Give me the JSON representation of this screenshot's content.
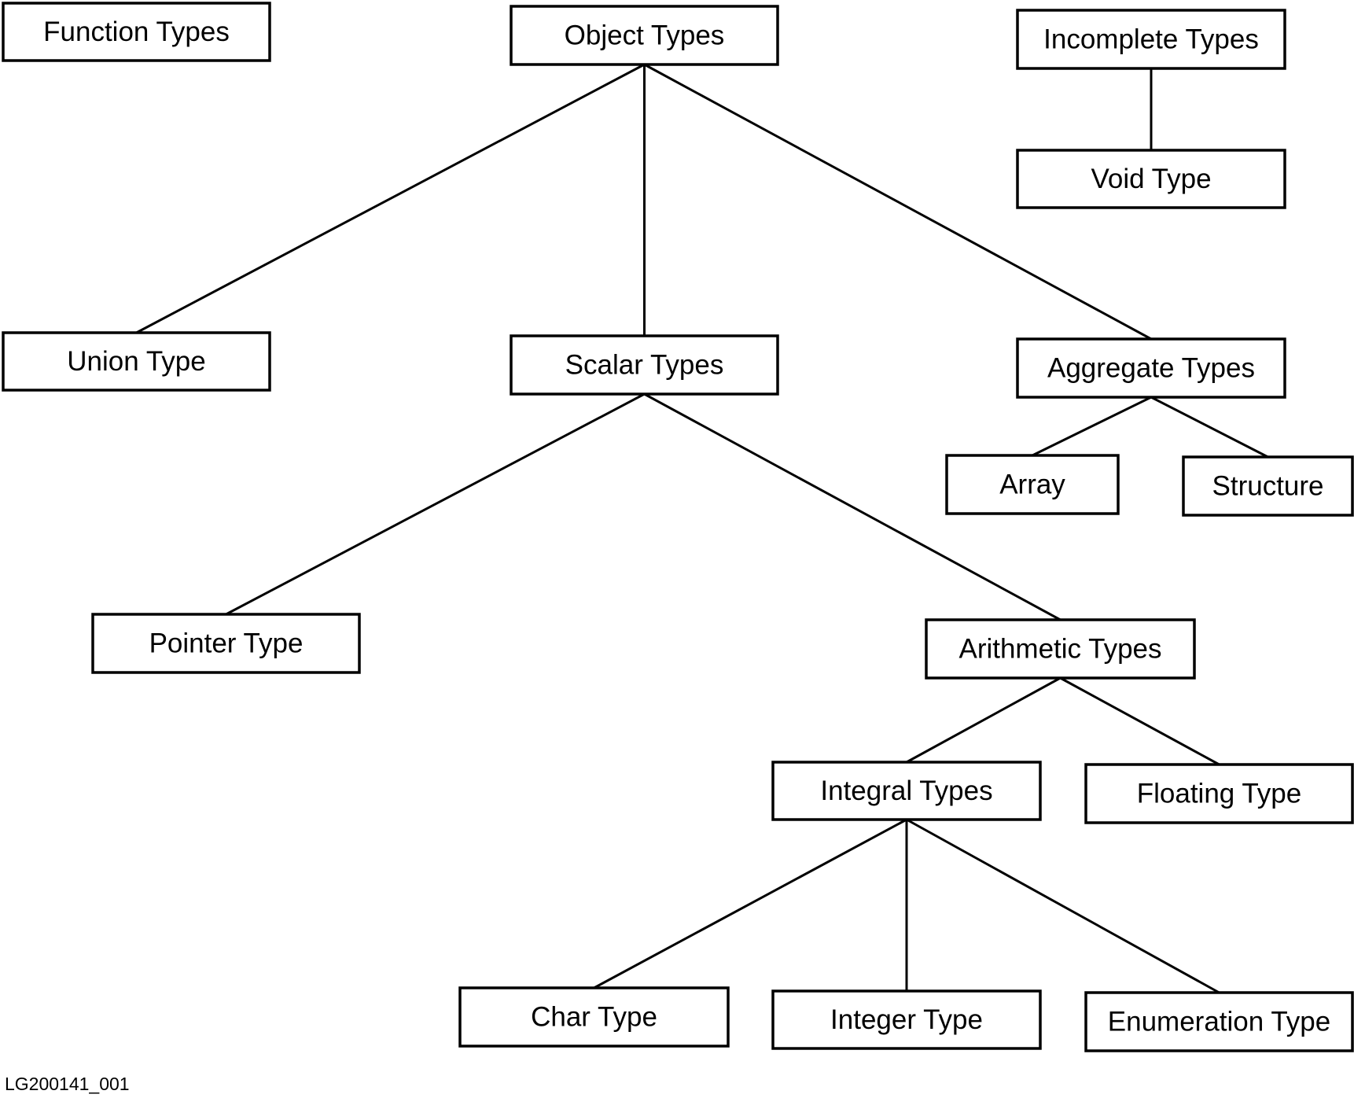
{
  "diagram": {
    "nodes": [
      {
        "id": "function_types",
        "label": "Function Types"
      },
      {
        "id": "object_types",
        "label": "Object Types"
      },
      {
        "id": "incomplete_types",
        "label": "Incomplete Types"
      },
      {
        "id": "void_type",
        "label": "Void Type"
      },
      {
        "id": "union_type",
        "label": "Union Type"
      },
      {
        "id": "scalar_types",
        "label": "Scalar Types"
      },
      {
        "id": "aggregate_types",
        "label": "Aggregate Types"
      },
      {
        "id": "array",
        "label": "Array"
      },
      {
        "id": "structure",
        "label": "Structure"
      },
      {
        "id": "pointer_type",
        "label": "Pointer Type"
      },
      {
        "id": "arithmetic_types",
        "label": "Arithmetic Types"
      },
      {
        "id": "integral_types",
        "label": "Integral Types"
      },
      {
        "id": "floating_type",
        "label": "Floating Type"
      },
      {
        "id": "char_type",
        "label": "Char Type"
      },
      {
        "id": "integer_type",
        "label": "Integer Type"
      },
      {
        "id": "enumeration_type",
        "label": "Enumeration Type"
      }
    ],
    "edges": [
      {
        "from": "object_types",
        "to": "union_type"
      },
      {
        "from": "object_types",
        "to": "scalar_types"
      },
      {
        "from": "object_types",
        "to": "aggregate_types"
      },
      {
        "from": "incomplete_types",
        "to": "void_type"
      },
      {
        "from": "aggregate_types",
        "to": "array"
      },
      {
        "from": "aggregate_types",
        "to": "structure"
      },
      {
        "from": "scalar_types",
        "to": "pointer_type"
      },
      {
        "from": "scalar_types",
        "to": "arithmetic_types"
      },
      {
        "from": "arithmetic_types",
        "to": "integral_types"
      },
      {
        "from": "arithmetic_types",
        "to": "floating_type"
      },
      {
        "from": "integral_types",
        "to": "char_type"
      },
      {
        "from": "integral_types",
        "to": "integer_type"
      },
      {
        "from": "integral_types",
        "to": "enumeration_type"
      }
    ]
  },
  "figure_id": "LG200141_001"
}
